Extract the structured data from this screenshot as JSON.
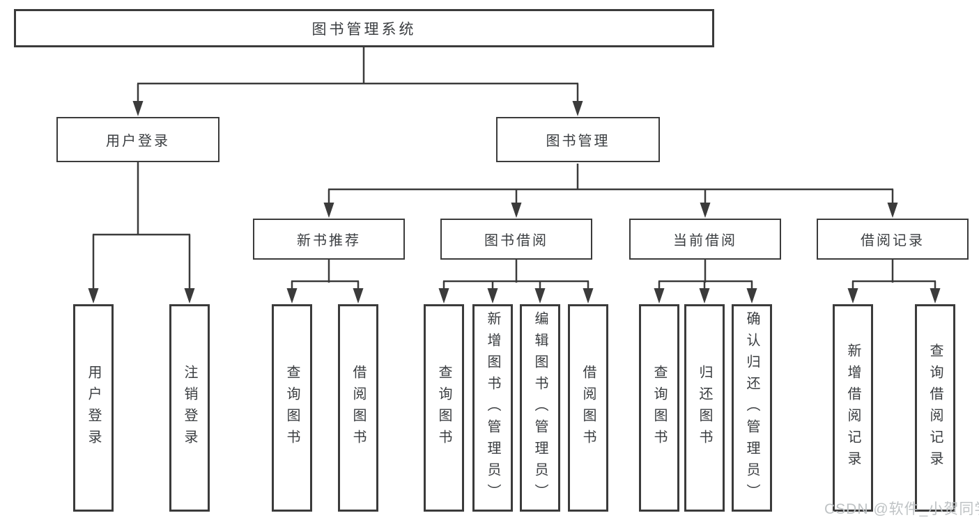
{
  "colors": {
    "background": "#ffffff",
    "line": "#3b3b3b",
    "text": "#3a3d40",
    "watermark": "#bfc3c5"
  },
  "root": {
    "label": "图书管理系统"
  },
  "level2": [
    {
      "label": "用户登录"
    },
    {
      "label": "图书管理"
    }
  ],
  "level3": [
    {
      "parent": "图书管理",
      "label": "新书推荐"
    },
    {
      "parent": "图书管理",
      "label": "图书借阅"
    },
    {
      "parent": "图书管理",
      "label": "当前借阅"
    },
    {
      "parent": "图书管理",
      "label": "借阅记录"
    }
  ],
  "leaves": [
    {
      "parent": "用户登录",
      "label": "用户登录"
    },
    {
      "parent": "用户登录",
      "label": "注销登录"
    },
    {
      "parent": "新书推荐",
      "label": "查询图书"
    },
    {
      "parent": "新书推荐",
      "label": "借阅图书"
    },
    {
      "parent": "图书借阅",
      "label": "查询图书"
    },
    {
      "parent": "图书借阅",
      "label": "新增图书（管理员）"
    },
    {
      "parent": "图书借阅",
      "label": "编辑图书（管理员）"
    },
    {
      "parent": "图书借阅",
      "label": "借阅图书"
    },
    {
      "parent": "当前借阅",
      "label": "查询图书"
    },
    {
      "parent": "当前借阅",
      "label": "归还图书"
    },
    {
      "parent": "当前借阅",
      "label": "确认归还（管理员）"
    },
    {
      "parent": "借阅记录",
      "label": "新增借阅记录"
    },
    {
      "parent": "借阅记录",
      "label": "查询借阅记录"
    }
  ],
  "watermark": {
    "text": "CSDN @软件_小贺同学"
  }
}
